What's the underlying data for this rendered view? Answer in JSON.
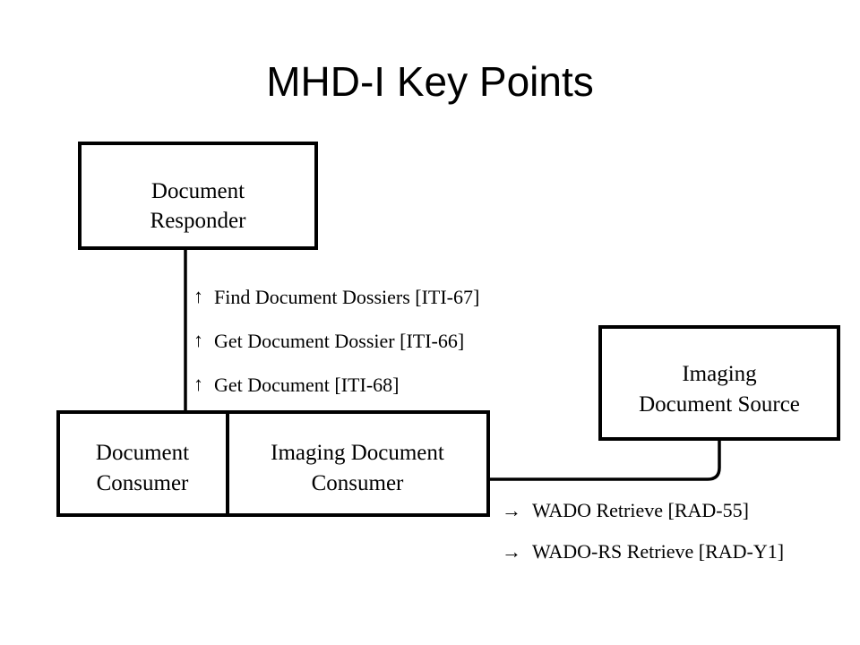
{
  "title": "MHD-I Key Points",
  "actors": {
    "document_responder": [
      "Document",
      "Responder"
    ],
    "document_consumer": [
      "Document",
      "Consumer"
    ],
    "imaging_document_consumer": [
      "Imaging Document",
      "Consumer"
    ],
    "imaging_document_source": [
      "Imaging",
      "Document Source"
    ]
  },
  "transactions_up": [
    {
      "arrow": "↑",
      "label": "Find Document Dossiers [ITI-67]"
    },
    {
      "arrow": "↑",
      "label": "Get Document Dossier [ITI-66]"
    },
    {
      "arrow": "↑",
      "label": "Get Document [ITI-68]"
    }
  ],
  "transactions_right": [
    {
      "arrow": "→",
      "label": "WADO Retrieve [RAD-55]"
    },
    {
      "arrow": "→",
      "label": "WADO-RS Retrieve [RAD-Y1]"
    }
  ]
}
